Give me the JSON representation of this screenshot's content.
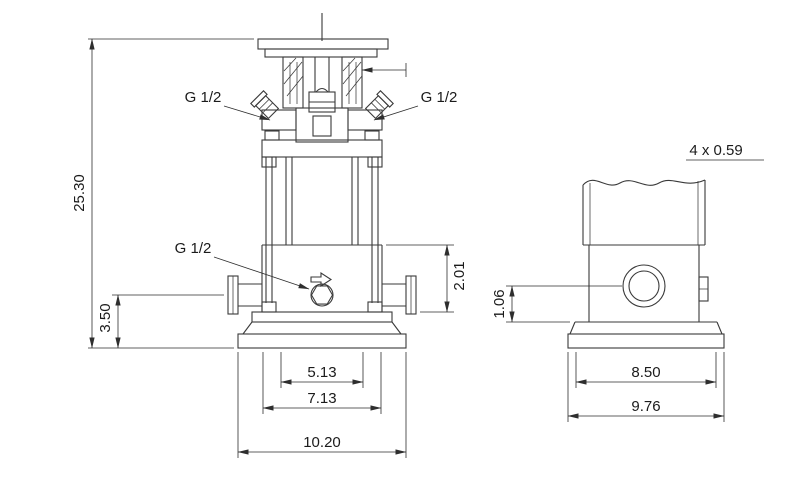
{
  "page": {
    "background": "#ffffff",
    "colors": {
      "outline": "#3a3a3a",
      "dimension": "#2e2e2e",
      "text": "#1b1b1b"
    }
  },
  "drawing": {
    "kind": "pump-outline-dimension-drawing",
    "labels": {
      "overall_height": "25.30",
      "suction_height": "3.50",
      "port_top_left": "G 1/2",
      "port_top_right": "G 1/2",
      "drain_port": "G 1/2",
      "discharge_offset": "2.01",
      "mounting_holes": "4 x 0.59",
      "side_port_height": "1.06",
      "base_width_inner": "5.13",
      "base_width_mid": "7.13",
      "base_width_outer": "10.20",
      "side_base_inner": "8.50",
      "side_base_outer": "9.76"
    }
  }
}
